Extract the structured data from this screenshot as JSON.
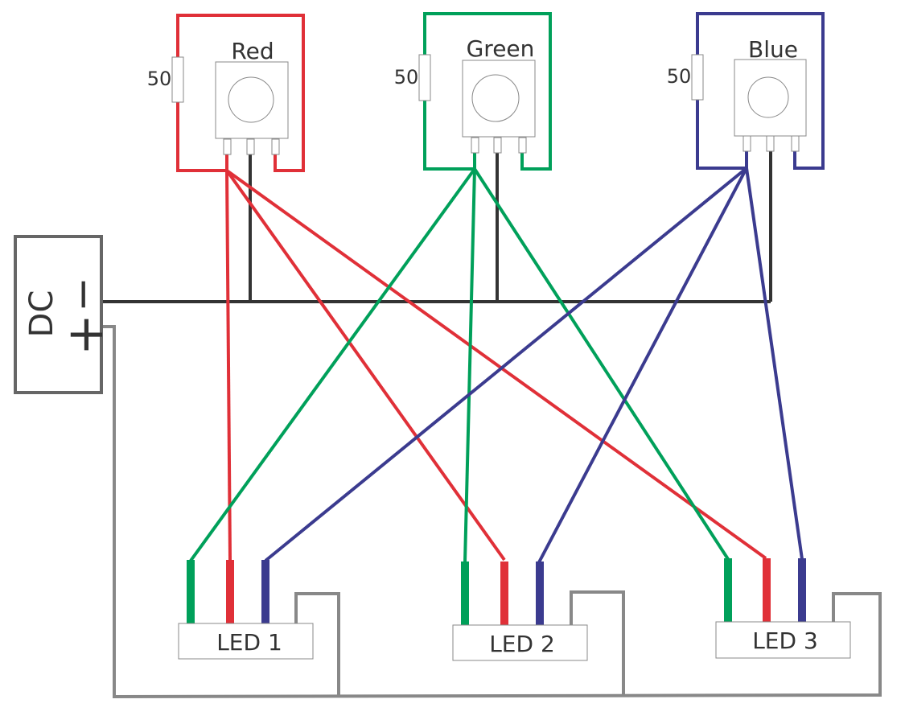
{
  "potentiometers": [
    {
      "label": "Red",
      "resistor": "50",
      "color": "#e03038"
    },
    {
      "label": "Green",
      "resistor": "50",
      "color": "#00a05a"
    },
    {
      "label": "Blue",
      "resistor": "50",
      "color": "#3b3b8f"
    }
  ],
  "power": {
    "label": "DC",
    "minus": "−",
    "plus": "+"
  },
  "leds": [
    {
      "label": "LED 1"
    },
    {
      "label": "LED 2"
    },
    {
      "label": "LED 3"
    }
  ],
  "colors": {
    "red": "#e03038",
    "green": "#00a05a",
    "blue": "#3b3b8f",
    "negative_wire": "#333333",
    "positive_wire": "#888888"
  }
}
